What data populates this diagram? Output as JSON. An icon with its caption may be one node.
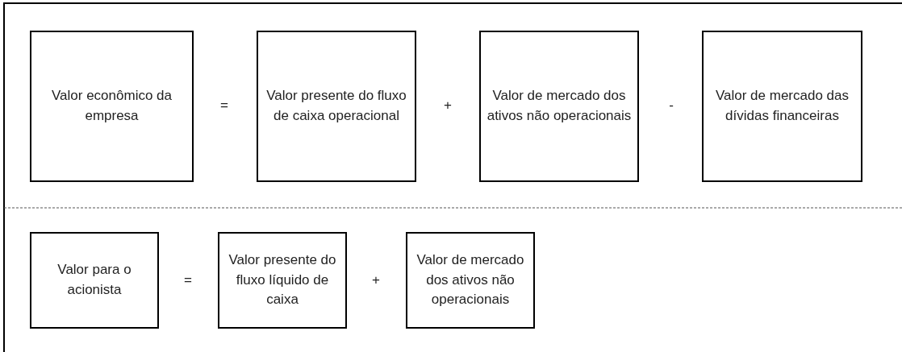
{
  "diagram": {
    "nodes": [
      {
        "text": [
          "Valor econômico da empresa"
        ]
      },
      {
        "text": [
          "Valor presente do fluxo de caixa operacional"
        ]
      },
      {
        "text": [
          "Valor de mercado dos ativos não operacionais"
        ]
      },
      {
        "text": [
          "Valor de mercado das dívidas financeiras"
        ]
      },
      {
        "text": [
          "Valor para o acionista"
        ]
      },
      {
        "text": [
          "Valor presente do fluxo líquido de caixa"
        ]
      },
      {
        "text": [
          "Valor de mercado dos ativos não operacionais"
        ]
      }
    ],
    "edges": [],
    "labels": [
      "=",
      "+",
      "-",
      "=",
      "+"
    ]
  }
}
